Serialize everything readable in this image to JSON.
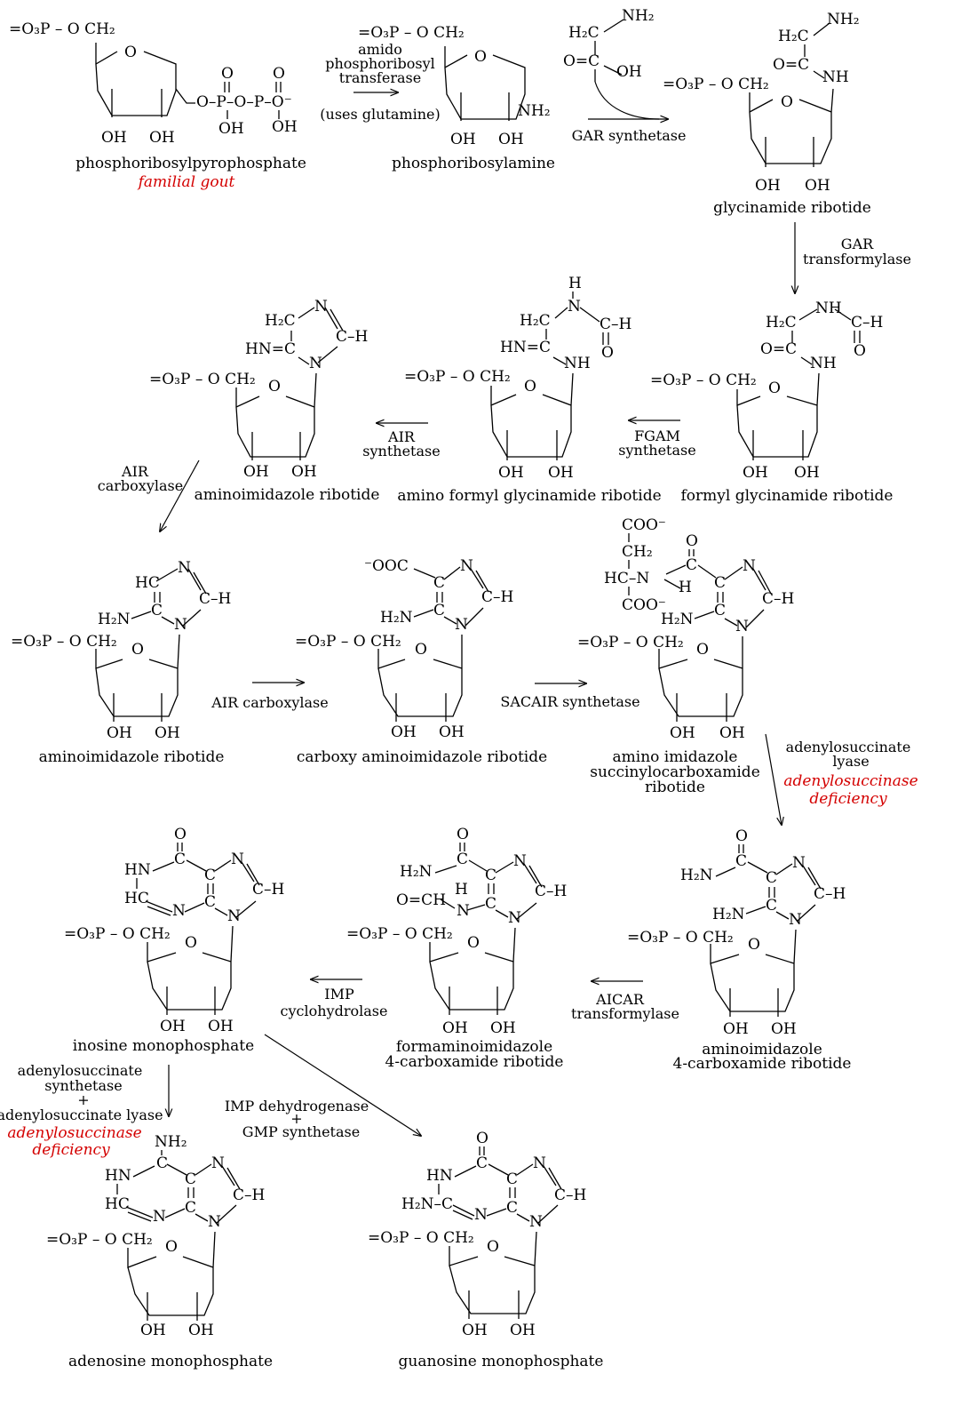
{
  "compounds": [
    {
      "id": "prpp",
      "name": "phosphoribosylpyrophosphate",
      "note": "familial gout"
    },
    {
      "id": "pra",
      "name": "phosphoribosylamine"
    },
    {
      "id": "gar",
      "name": "glycinamide ribotide"
    },
    {
      "id": "fgar",
      "name": "formyl glycinamide ribotide"
    },
    {
      "id": "fgam",
      "name": "amino formyl glycinamide ribotide"
    },
    {
      "id": "air1",
      "name": "aminoimidazole ribotide"
    },
    {
      "id": "air2",
      "name": "aminoimidazole ribotide"
    },
    {
      "id": "cair",
      "name": "carboxy aminoimidazole ribotide"
    },
    {
      "id": "saicar",
      "name_lines": [
        "amino imidazole",
        "succinylocarboxamide",
        "ribotide"
      ]
    },
    {
      "id": "aicar",
      "name_lines": [
        "aminoimidazole",
        "4-carboxamide ribotide"
      ]
    },
    {
      "id": "faicar",
      "name_lines": [
        "formaminoimidazole",
        "4-carboxamide ribotide"
      ]
    },
    {
      "id": "imp",
      "name": "inosine monophosphate"
    },
    {
      "id": "amp",
      "name": "adenosine monophosphate"
    },
    {
      "id": "gmp",
      "name": "guanosine monophosphate"
    }
  ],
  "enzymes": {
    "step1": {
      "lines": [
        "amido",
        "phosphoribosyl",
        "transferase"
      ],
      "note": "(uses glutamine)"
    },
    "step2": {
      "lines": [
        "GAR synthetase"
      ]
    },
    "step3": {
      "lines": [
        "GAR",
        "transformylase"
      ]
    },
    "step4": {
      "lines": [
        "FGAM",
        "synthetase"
      ]
    },
    "step5": {
      "lines": [
        "AIR",
        "synthetase"
      ]
    },
    "step6": {
      "lines": [
        "AIR",
        "carboxylase"
      ]
    },
    "step7": {
      "lines": [
        "AIR carboxylase"
      ]
    },
    "step8": {
      "lines": [
        "SACAIR synthetase"
      ]
    },
    "step9": {
      "lines": [
        "adenylosuccinate",
        "lyase"
      ],
      "deficiency": [
        "adenylosuccinase",
        "deficiency"
      ]
    },
    "step10": {
      "lines": [
        "AICAR",
        "transformylase"
      ]
    },
    "step11": {
      "lines": [
        "IMP",
        "cyclohydrolase"
      ]
    },
    "step12": {
      "lines": [
        "adenylosuccinate",
        "synthetase",
        "+",
        "adenylosuccinate lyase"
      ],
      "deficiency": [
        "adenylosuccinase",
        "deficiency"
      ]
    },
    "step13": {
      "lines": [
        "IMP dehydrogenase",
        "+",
        "GMP synthetase"
      ]
    }
  },
  "atoms": {
    "phosphate": "=O₃P – O CH₂",
    "oh": "OH",
    "o": "O",
    "o_double": "O",
    "pyro_chain": "O–P–O–P–O⁻",
    "nh2": "NH₂",
    "h2c": "H₂C",
    "c": "C",
    "o_eq_c": "O=C",
    "oh_right": "OH",
    "nh": "NH",
    "n": "N",
    "h": "H",
    "ch": "C–H",
    "hn_eq_c": "HN=C",
    "hc": "HC",
    "h2n": "H₂N",
    "cooc": "⁻OOC",
    "coo": "COO⁻",
    "ch2": "CH₂",
    "hc_n": "HC–N",
    "o_eq_ch": "O=CH",
    "hn": "HN",
    "h2n_c": "H₂N–C"
  },
  "colors": {
    "ink": "#000000",
    "disease": "#d40000"
  }
}
